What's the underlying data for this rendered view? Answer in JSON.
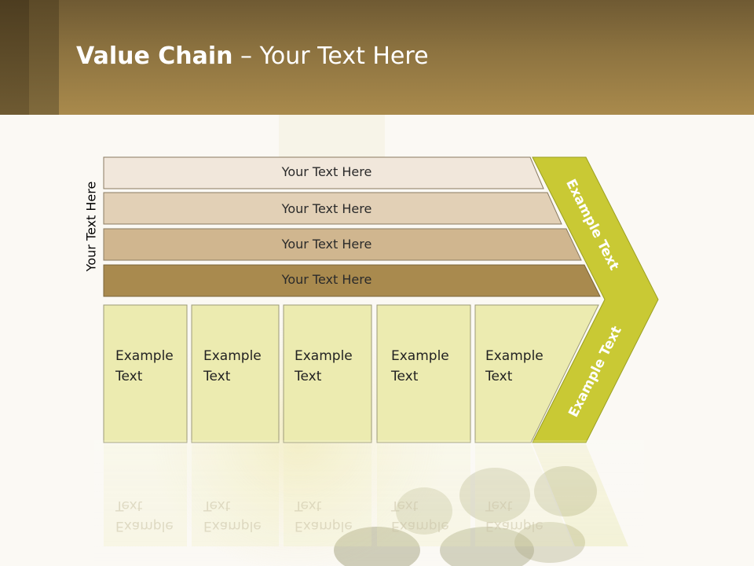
{
  "title": {
    "bold": "Value Chain",
    "rest": " – Your Text Here"
  },
  "side_label": "Your Text Here",
  "bars": [
    "Your Text Here",
    "Your Text Here",
    "Your Text Here",
    "Your Text Here"
  ],
  "boxes": [
    {
      "line1": "Example",
      "line2": "Text"
    },
    {
      "line1": "Example",
      "line2": "Text"
    },
    {
      "line1": "Example",
      "line2": "Text"
    },
    {
      "line1": "Example",
      "line2": "Text"
    },
    {
      "line1": "Example",
      "line2": "Text"
    }
  ],
  "chevron": {
    "upper": "Example Text",
    "lower": "Example Text"
  },
  "colors": {
    "header": "#8d7340",
    "bar1": "#f1e7db",
    "bar2": "#e2d0b6",
    "bar3": "#d0b68f",
    "bar4": "#a98a4e",
    "box": "#ecebb0",
    "chevron": "#c9c934"
  }
}
